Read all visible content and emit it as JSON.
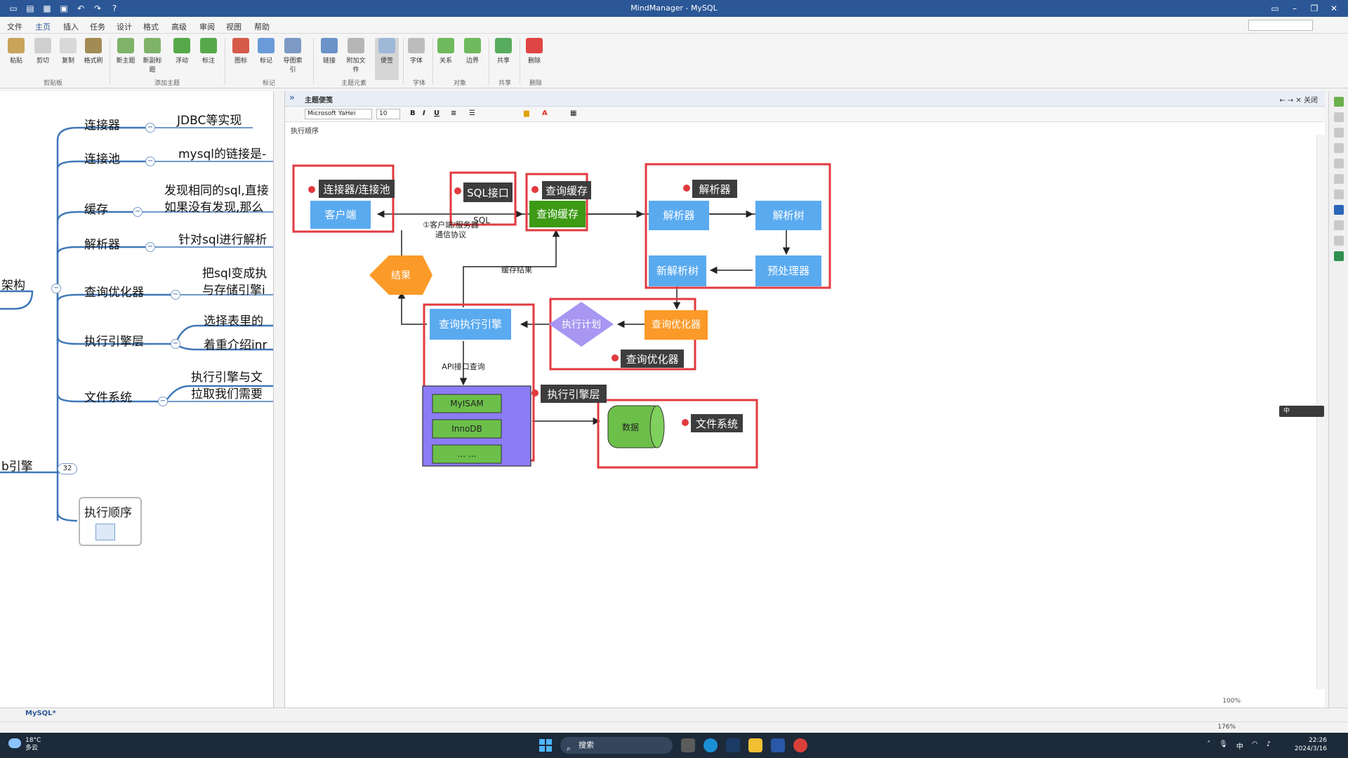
{
  "window": {
    "title": "MindManager - MySQL"
  },
  "menu": {
    "tabs": [
      "文件",
      "主页",
      "插入",
      "任务",
      "设计",
      "格式",
      "高级",
      "审阅",
      "视图",
      "帮助"
    ],
    "active_index": 1
  },
  "ribbon": {
    "buttons": [
      "粘贴",
      "剪切",
      "复制",
      "格式刷",
      "新主题",
      "新副标题",
      "浮动",
      "标注",
      "图标",
      "标记",
      "导图索引",
      "链接",
      "附加文件",
      "便签",
      "字体",
      "关系",
      "边界",
      "共享",
      "删除"
    ],
    "groups": [
      "剪贴板",
      "添加主题",
      "标记",
      "主题元素",
      "字体",
      "对象",
      "共享",
      "删除"
    ]
  },
  "map": {
    "central_label": "架构",
    "branches": [
      {
        "label": "连接器",
        "note": "JDBC等实现"
      },
      {
        "label": "连接池",
        "note": "mysql的链接是-"
      },
      {
        "label": "缓存",
        "note": "发现相同的sql,直接\n如果没有发现,那么"
      },
      {
        "label": "解析器",
        "note": "针对sql进行解析"
      },
      {
        "label": "查询优化器",
        "note": "把sql变成执\n与存储引擎i"
      },
      {
        "label": "执行引擎层",
        "note": "选择表里的..."
      },
      {
        "label": "文件系统",
        "note": "执行引擎与文\n拉取我们需要"
      },
      {
        "label": "执行顺序",
        "note": ""
      }
    ],
    "exec_notes": [
      "选择表里的",
      "着重介绍inr"
    ],
    "bottom_node": "b引擎",
    "bottom_badge": "32"
  },
  "notes": {
    "panel_title": "主题便笺",
    "close_label": "关闭",
    "font_name": "Microsoft YaHei",
    "font_size": "10",
    "subject": "执行顺序",
    "zoom": "100%"
  },
  "diagram": {
    "labels": {
      "conn": "连接器/连接池",
      "client": "客户端",
      "proto": "①客户端/服务器\n通信协议",
      "sqlif": "SQL接口",
      "sql": "SQL",
      "cache_tag": "查询缓存",
      "cache_box": "查询缓存",
      "parser_tag": "解析器",
      "parser": "解析器",
      "tree": "解析树",
      "preproc": "预处理器",
      "newtree": "新解析树",
      "result": "结果",
      "cache_result": "缓存结果",
      "engine": "查询执行引擎",
      "plan": "执行计划",
      "optimizer": "查询优化器",
      "opt_tag": "查询优化器",
      "api": "API接口查询",
      "engine_tag": "执行引擎层",
      "myisam": "MyISAM",
      "innodb": "InnoDB",
      "etc": "... ...",
      "data": "数据",
      "fs_tag": "文件系统"
    },
    "colors": {
      "red": "#e23a3f",
      "blue": "#5aaaf0",
      "orange": "#fb9a28",
      "green": "#6cc04a",
      "darkgreen": "#3c9a14",
      "purple": "#a796f2",
      "tag": "#3d3d3d"
    }
  },
  "status": {
    "doc_tab": "MySQL*",
    "zoom": "176%"
  },
  "taskbar": {
    "weather_temp": "18°C",
    "weather_desc": "多云",
    "search": "搜索",
    "time": "22:26",
    "date": "2024/3/16",
    "ime": "中"
  }
}
